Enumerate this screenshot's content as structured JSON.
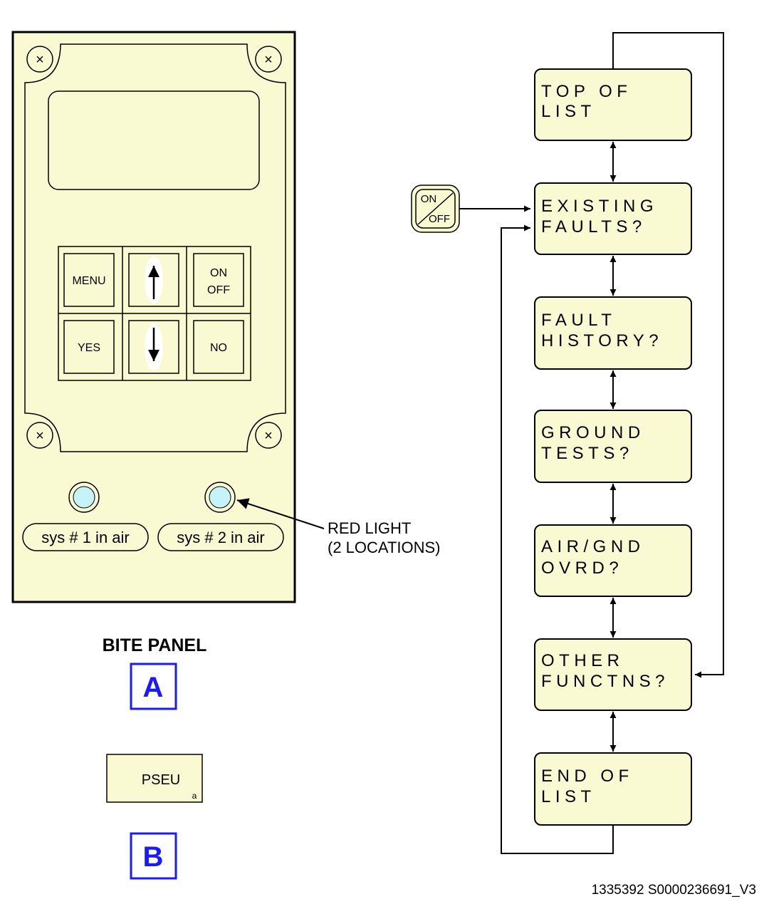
{
  "panel": {
    "buttons": {
      "menu": "MENU",
      "on": "ON",
      "off": "OFF",
      "yes": "YES",
      "no": "NO"
    },
    "lights": {
      "sys1": "sys # 1 in air",
      "sys2": "sys # 2 in air",
      "callout_line1": "RED LIGHT",
      "callout_line2": "(2 LOCATIONS)"
    },
    "title": "BITE PANEL",
    "ref_a": "A",
    "ref_b": "B",
    "unit": {
      "label": "PSEU",
      "sub": "a"
    }
  },
  "flow": {
    "switch": {
      "on": "ON",
      "off": "OFF"
    },
    "steps": [
      {
        "line1": "TOP OF",
        "line2": "LIST"
      },
      {
        "line1": "EXISTING",
        "line2": "FAULTS?"
      },
      {
        "line1": "FAULT",
        "line2": "HISTORY?"
      },
      {
        "line1": "GROUND",
        "line2": "TESTS?"
      },
      {
        "line1": "AIR/GND",
        "line2": "OVRD?"
      },
      {
        "line1": "OTHER",
        "line2": "FUNCTNS?"
      },
      {
        "line1": "END OF",
        "line2": "LIST"
      }
    ]
  },
  "footer": {
    "ref_id": "1335392 S0000236691_V3"
  }
}
